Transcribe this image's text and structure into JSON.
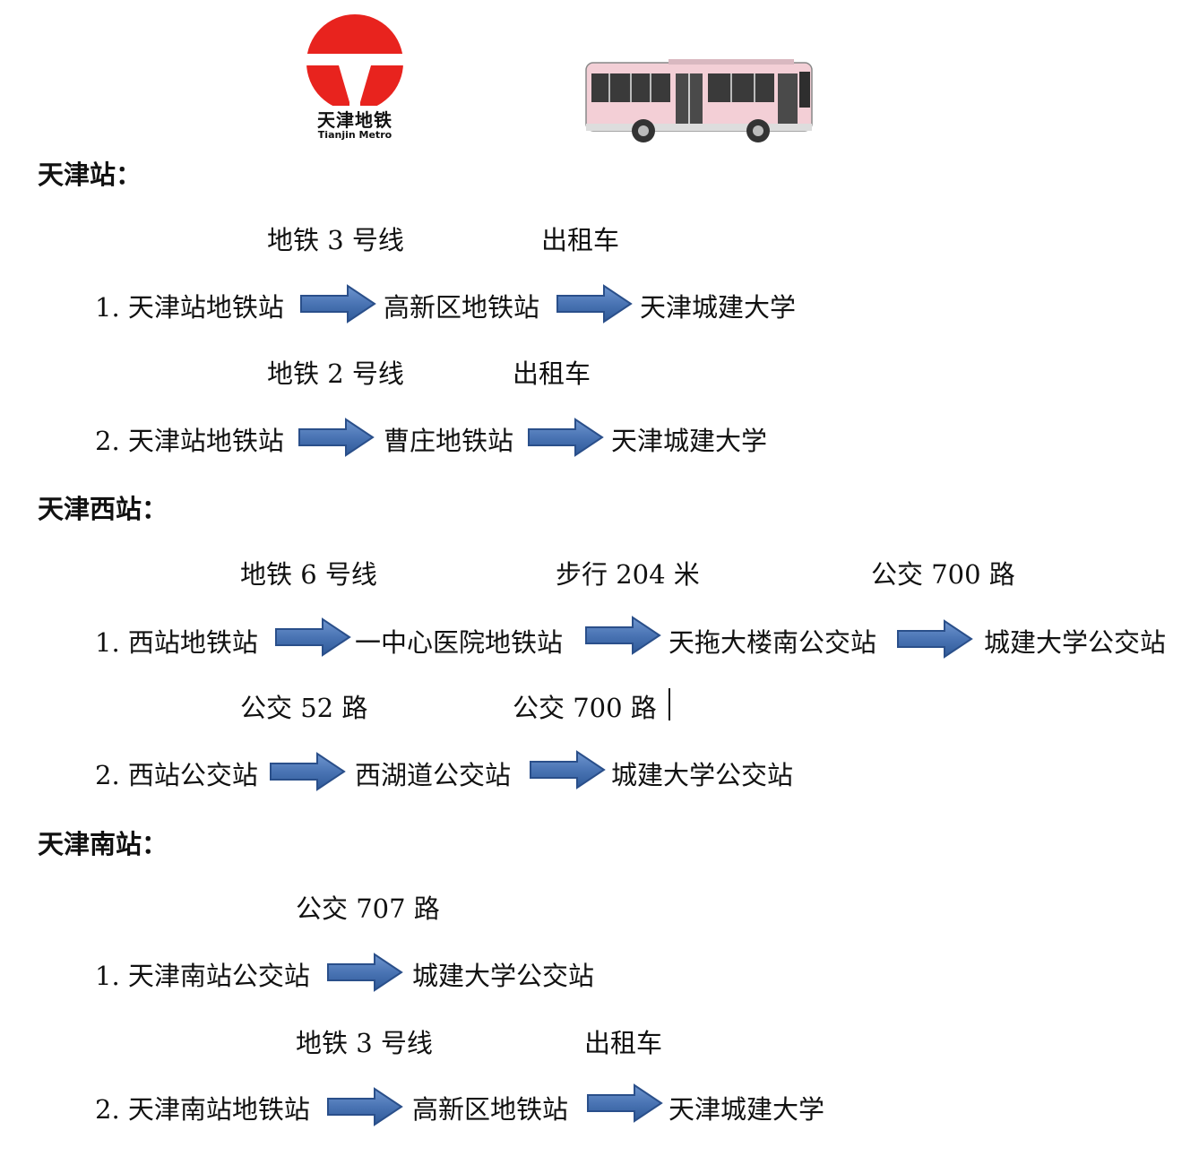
{
  "logo": {
    "name_cn": "天津地铁",
    "name_en": "Tianjin Metro",
    "color": "#e8231e"
  },
  "bus": {
    "icon": "bus-icon",
    "color": "#f3cfd6"
  },
  "arrow_color": "#4a74b4",
  "sections": [
    {
      "title": "天津站：",
      "routes": [
        {
          "labels": [
            "地铁 3 号线",
            "出租车"
          ],
          "steps": [
            "1. 天津站地铁站",
            "高新区地铁站",
            "天津城建大学"
          ]
        },
        {
          "labels": [
            "地铁 2 号线",
            "出租车"
          ],
          "steps": [
            "2. 天津站地铁站",
            "曹庄地铁站",
            "天津城建大学"
          ]
        }
      ]
    },
    {
      "title": "天津西站：",
      "routes": [
        {
          "labels": [
            "地铁 6 号线",
            "步行 204 米",
            "公交 700 路"
          ],
          "steps": [
            "1. 西站地铁站",
            "一中心医院地铁站",
            "天拖大楼南公交站",
            "城建大学公交站"
          ]
        },
        {
          "labels": [
            "公交 52 路",
            "公交 700 路"
          ],
          "steps": [
            "2. 西站公交站",
            "西湖道公交站",
            "城建大学公交站"
          ]
        }
      ]
    },
    {
      "title": "天津南站：",
      "routes": [
        {
          "labels": [
            "公交 707 路"
          ],
          "steps": [
            "1. 天津南站公交站",
            "城建大学公交站"
          ]
        },
        {
          "labels": [
            "地铁 3 号线",
            "出租车"
          ],
          "steps": [
            "2. 天津南站地铁站",
            "高新区地铁站",
            "天津城建大学"
          ]
        }
      ]
    }
  ]
}
